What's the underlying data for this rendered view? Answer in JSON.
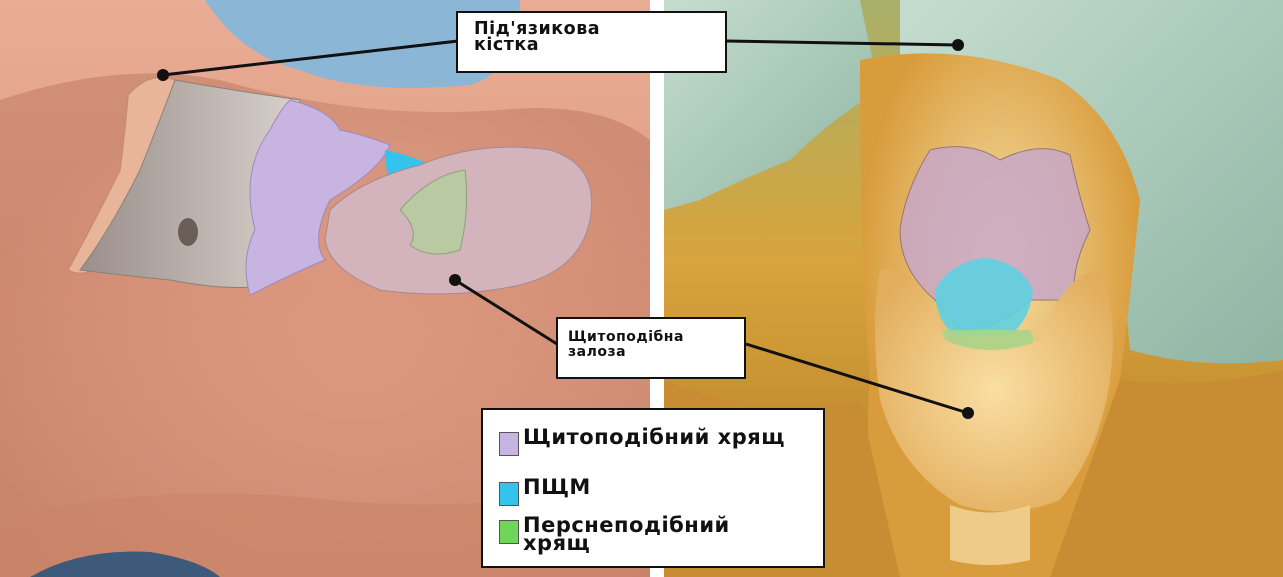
{
  "labels": {
    "hyoid": "Під'язикова\nкістка",
    "thyroid_gland": "Щитоподібна\nзалоза"
  },
  "legend": [
    {
      "label": "Щитоподібний хрящ",
      "color": "#c8b4e0"
    },
    {
      "label": "ПЩМ",
      "color": "#33c4ee"
    },
    {
      "label": "Перснеподібний\nхрящ",
      "color": "#6fd65a"
    }
  ],
  "colors": {
    "skin_left": "#d9957c",
    "skin_background": "#e8a88f",
    "sky": "#8cb6d6",
    "surgical_drape": "#b8d3c0",
    "surgical_skin": "#c9962c"
  }
}
